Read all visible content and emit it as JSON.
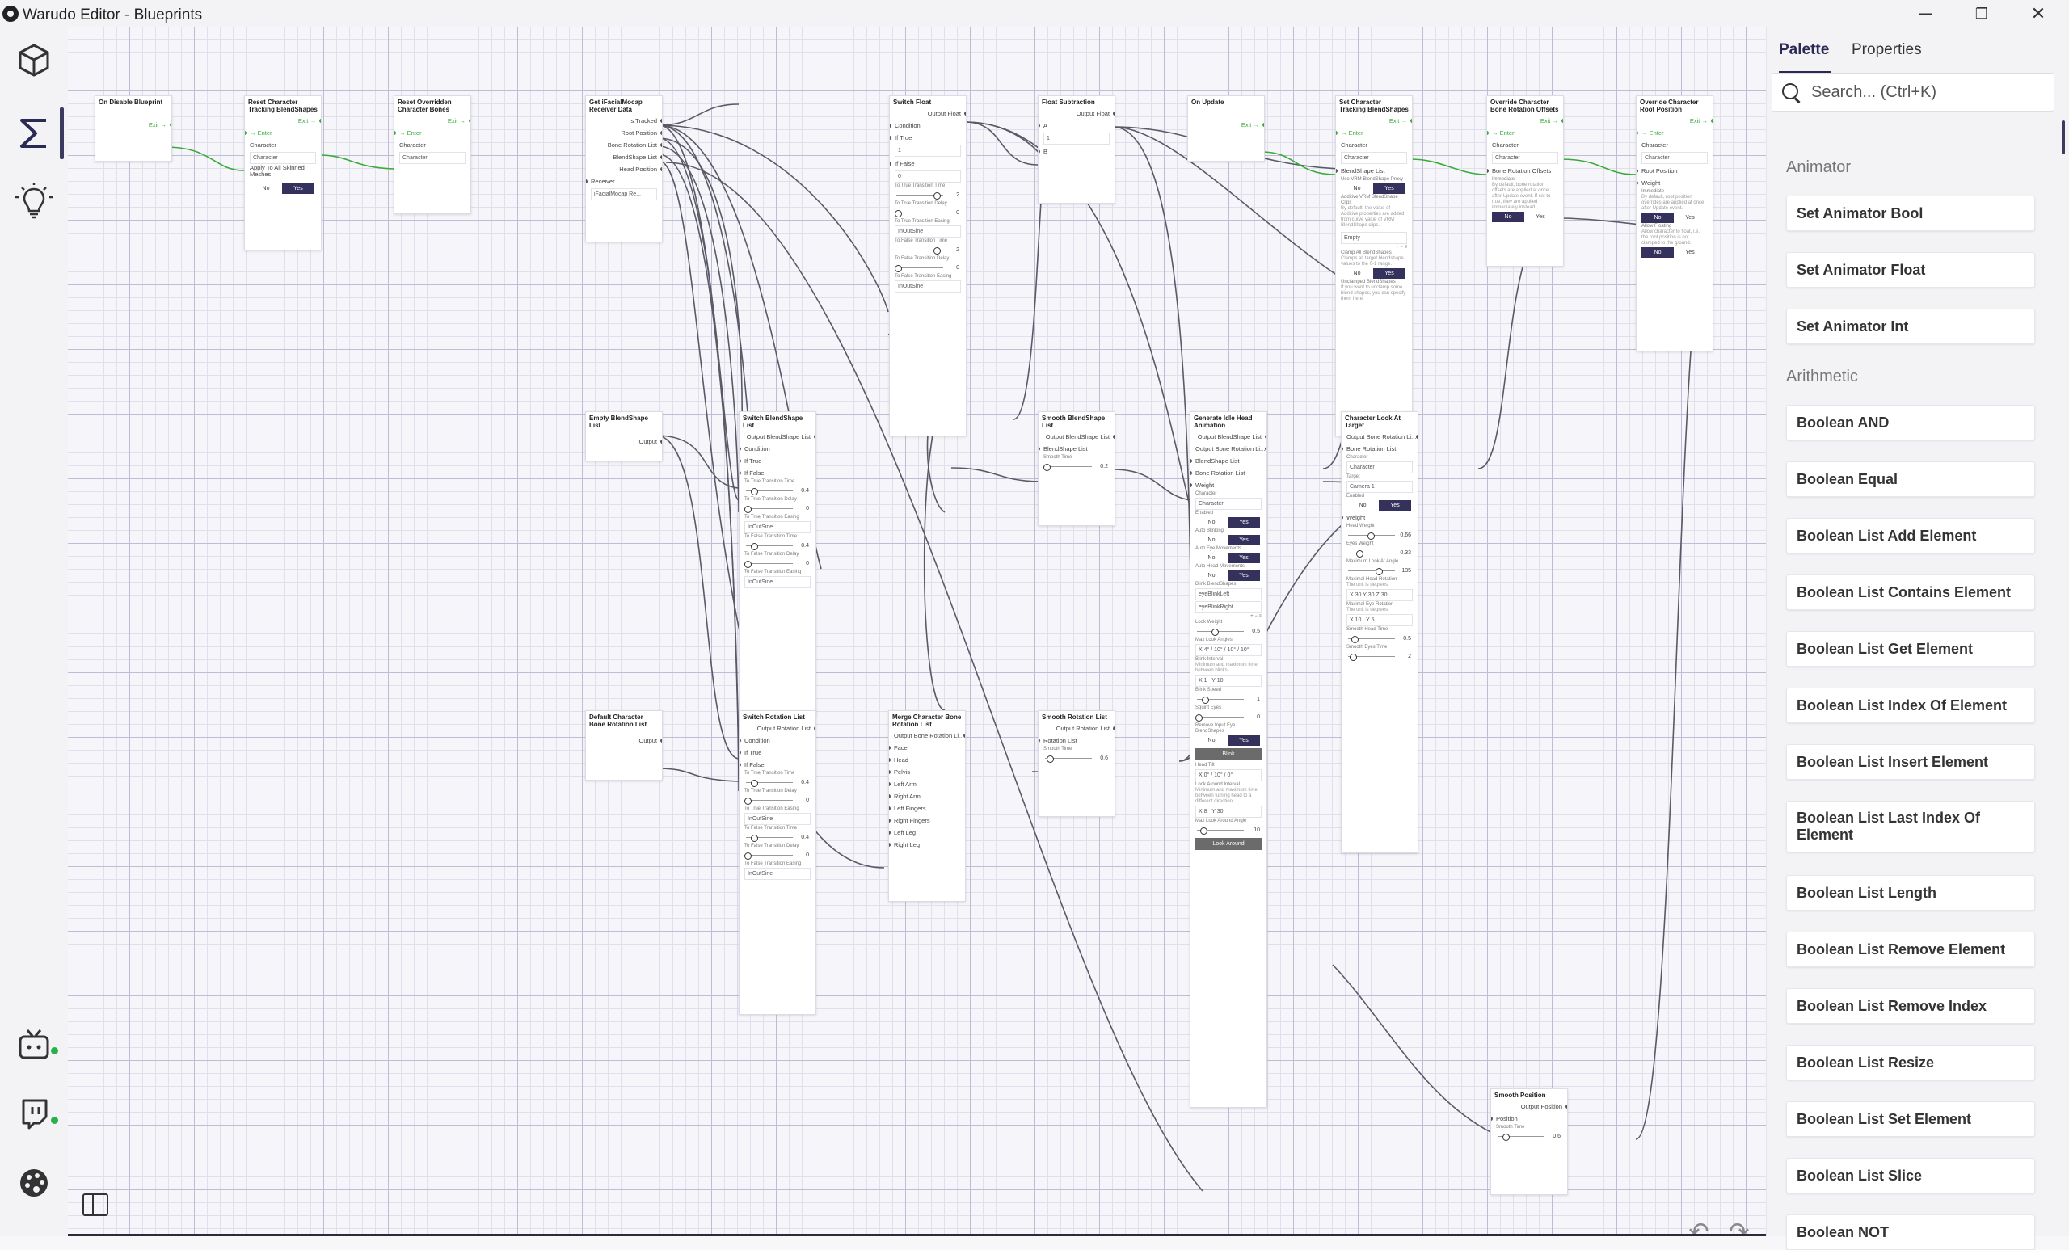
{
  "window": {
    "title": "Warudo Editor - Blueprints",
    "minimize": "─",
    "maximize": "❐",
    "close": "✕"
  },
  "rail": {
    "icons": [
      "cube-icon",
      "sigma-icon",
      "lightbulb-icon",
      "tv-icon",
      "twitch-icon",
      "palette-icon"
    ]
  },
  "panel": {
    "tabs": {
      "palette": "Palette",
      "properties": "Properties"
    },
    "search_placeholder": "Search... (Ctrl+K)",
    "categories": [
      {
        "name": "Animator",
        "items": [
          "Set Animator Bool",
          "Set Animator Float",
          "Set Animator Int"
        ]
      },
      {
        "name": "Arithmetic",
        "items": [
          "Boolean AND",
          "Boolean Equal",
          "Boolean List Add Element",
          "Boolean List Contains Element",
          "Boolean List Get Element",
          "Boolean List Index Of Element",
          "Boolean List Insert Element",
          "Boolean List Last Index Of Element",
          "Boolean List Length",
          "Boolean List Remove Element",
          "Boolean List Remove Index",
          "Boolean List Resize",
          "Boolean List Set Element",
          "Boolean List Slice",
          "Boolean NOT"
        ]
      }
    ]
  },
  "nodes": {
    "on_disable": {
      "title": "On Disable Blueprint",
      "exit": "Exit"
    },
    "reset_tracking": {
      "title": "Reset Character Tracking BlendShapes",
      "enter": "Enter",
      "exit": "Exit",
      "character_label": "Character",
      "character_value": "Character",
      "apply_label": "Apply To All Skinned Meshes",
      "no": "No",
      "yes": "Yes"
    },
    "reset_overridden": {
      "title": "Reset Overridden Character Bones",
      "enter": "Enter",
      "exit": "Exit",
      "character_label": "Character",
      "character_value": "Character"
    },
    "get_receiver": {
      "title": "Get iFacialMocap Receiver Data",
      "is_tracked": "Is Tracked",
      "root_position": "Root Position",
      "bone_rotation_list": "Bone Rotation List",
      "blendshape_list": "BlendShape List",
      "head_position": "Head Position",
      "receiver_label": "Receiver",
      "receiver_value": "iFacialMocap Re..."
    },
    "switch_float": {
      "title": "Switch Float",
      "output": "Output Float",
      "condition": "Condition",
      "if_true": "If True",
      "true_val": "1",
      "if_false": "If False",
      "false_val": "0",
      "tt_time": "To True Transition Time",
      "tt_time_val": "2",
      "tt_delay": "To True Transition Delay",
      "tt_delay_val": "0",
      "tt_easing": "To True Transition Easing",
      "easing_val": "InOutSine",
      "tf_time": "To False Transition Time",
      "tf_time_val": "2",
      "tf_delay": "To False Transition Delay",
      "tf_delay_val": "0",
      "tf_easing": "To False Transition Easing"
    },
    "float_sub": {
      "title": "Float Subtraction",
      "output": "Output Float",
      "a": "A",
      "a_val": "1",
      "b": "B"
    },
    "on_update": {
      "title": "On Update",
      "exit": "Exit"
    },
    "set_tracking": {
      "title": "Set Character Tracking BlendShapes",
      "enter": "Enter",
      "exit": "Exit",
      "character": "Character",
      "character_value": "Character",
      "blendshape_list": "BlendShape List",
      "use_vrm": "Use VRM BlendShape Proxy",
      "no": "No",
      "yes": "Yes",
      "additive": "Additive VRM BlendShape Clips",
      "additive_desc": "By default, the value of Additive properties are added from curve value of VRM BlendShape clips.",
      "empty": "Empty",
      "clamp": "Clamp All BlendShapes",
      "clamp_desc": "Clamps all target blendshape values to the 0-1 range.",
      "unclamped": "Unclamped BlendShapes",
      "unclamped_desc": "If you want to unclamp some blend shapes, you can specify them here."
    },
    "override_bone": {
      "title": "Override Character Bone Rotation Offsets",
      "enter": "Enter",
      "exit": "Exit",
      "character": "Character",
      "character_value": "Character",
      "bone_offsets": "Bone Rotation Offsets",
      "immediate": "Immediate",
      "immediate_desc": "By default, bone rotation offsets are applied at once after Update event. If set to true, they are applied immediately instead.",
      "no": "No",
      "yes": "Yes"
    },
    "override_root": {
      "title": "Override Character Root Position",
      "enter": "Enter",
      "exit": "Exit",
      "character": "Character",
      "character_value": "Character",
      "root_position": "Root Position",
      "weight": "Weight",
      "immediate": "Immediate",
      "immediate_desc": "By default, root position overrides are applied at once after Update event.",
      "no": "No",
      "yes": "Yes",
      "allow_floating": "Allow Floating",
      "allow_desc": "Allow character to float, i.e. the root position is not clamped to the ground."
    },
    "empty_bs": {
      "title": "Empty BlendShape List",
      "output": "Output"
    },
    "switch_bs": {
      "title": "Switch BlendShape List",
      "output": "Output BlendShape List",
      "condition": "Condition",
      "if_true": "If True",
      "if_false": "If False",
      "tt_time": "To True Transition Time",
      "time_val": "0.4",
      "tt_delay": "To True Transition Delay",
      "delay_val": "0",
      "tt_easing": "To True Transition Easing",
      "easing_val": "InOutSine",
      "tf_time": "To False Transition Time",
      "tf_delay": "To False Transition Delay",
      "tf_easing": "To False Transition Easing"
    },
    "smooth_bs": {
      "title": "Smooth BlendShape List",
      "output": "Output BlendShape List",
      "input": "BlendShape List",
      "smooth": "Smooth Time",
      "smooth_val": "0.2"
    },
    "idle_head": {
      "title": "Generate Idle Head Animation",
      "out_bs": "Output BlendShape List",
      "out_bone": "Output Bone Rotation Li...",
      "bs_list": "BlendShape List",
      "bone_list": "Bone Rotation List",
      "weight": "Weight",
      "character": "Character",
      "character_value": "Character",
      "enabled": "Enabled",
      "auto_blink": "Auto Blinking",
      "auto_eye": "Auto Eye Movements",
      "auto_head": "Auto Head Movements",
      "blink_bs": "Blink BlendShapes",
      "blink_left": "eyeBlinkLeft",
      "blink_right": "eyeBlinkRight",
      "look_weight": "Look Weight",
      "look_weight_val": "0.5",
      "max_look": "Max Look Angles",
      "max_look_val": "X 4° / 10° / 10° / 10°",
      "blink_interval": "Blink Interval",
      "blink_interval_desc": "Minimum and maximum time between blinks.",
      "bi_x": "1",
      "bi_y": "10",
      "blink_speed": "Blink Speed",
      "blink_speed_val": "1",
      "squint": "Squint Eyes",
      "squint_val": "0",
      "remove_input": "Remove Input Eye BlendShapes",
      "blink_btn": "Blink",
      "head_tilt": "Head Tilt",
      "head_tilt_val": "X 0° / 10° / 0°",
      "look_around": "Look Around Interval",
      "look_around_desc": "Minimum and maximum time between turning head to a different direction.",
      "la_x": "8",
      "la_y": "30",
      "max_look_around": "Max Look Around Angle",
      "max_look_around_val": "10",
      "look_btn": "Look Around",
      "no": "No",
      "yes": "Yes"
    },
    "look_at": {
      "title": "Character Look At Target",
      "output": "Output Bone Rotation Li...",
      "bone_list": "Bone Rotation List",
      "character": "Character",
      "character_value": "Character",
      "target": "Target",
      "target_value": "Camera 1",
      "enabled": "Enabled",
      "weight": "Weight",
      "head_weight": "Head Weight",
      "head_weight_val": "0.66",
      "eyes_weight": "Eyes Weight",
      "eyes_weight_val": "0.33",
      "max_look": "Maximum Look At Angle",
      "max_look_val": "135",
      "max_head": "Maximal Head Rotation",
      "max_head_desc": "The unit is degrees.",
      "mh_x": "30",
      "mh_y": "30",
      "mh_z": "30",
      "max_eye": "Maximal Eye Rotation",
      "max_eye_desc": "The unit is degrees.",
      "me_x": "10",
      "me_y": "5",
      "smooth_head": "Smooth Head Time",
      "smooth_head_val": "0.5",
      "smooth_eyes": "Smooth Eyes Time",
      "smooth_eyes_val": "2",
      "no": "No",
      "yes": "Yes"
    },
    "default_bone": {
      "title": "Default Character Bone Rotation List",
      "output": "Output"
    },
    "switch_rot": {
      "title": "Switch Rotation List",
      "output": "Output Rotation List",
      "condition": "Condition",
      "if_true": "If True",
      "if_false": "If False"
    },
    "merge_bone": {
      "title": "Merge Character Bone Rotation List",
      "output": "Output Bone Rotation Li...",
      "parts": [
        "Face",
        "Head",
        "Pelvis",
        "Left Arm",
        "Right Arm",
        "Left Fingers",
        "Right Fingers",
        "Left Leg",
        "Right Leg"
      ]
    },
    "smooth_rot": {
      "title": "Smooth Rotation List",
      "output": "Output Rotation List",
      "input": "Rotation List",
      "smooth": "Smooth Time",
      "smooth_val": "0.6"
    },
    "smooth_pos": {
      "title": "Smooth Position",
      "output": "Output Position",
      "position": "Position",
      "smooth": "Smooth Time",
      "smooth_val": "0.6"
    }
  }
}
